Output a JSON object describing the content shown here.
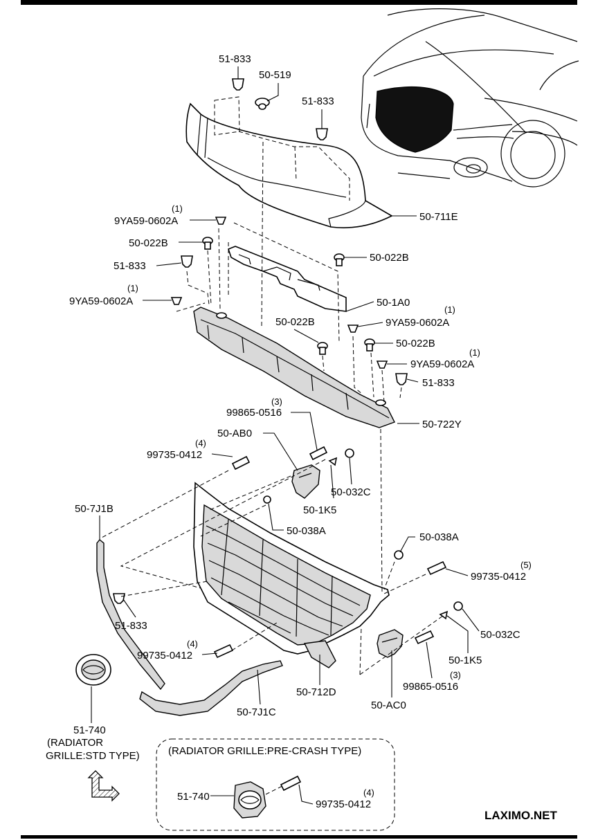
{
  "brand": "LAXIMO.NET",
  "colors": {
    "line": "#000000",
    "background": "#ffffff",
    "grille": "#111111"
  },
  "callouts": [
    {
      "id": "c1",
      "part": "51-833"
    },
    {
      "id": "c2",
      "part": "50-519"
    },
    {
      "id": "c3",
      "part": "51-833"
    },
    {
      "id": "c4",
      "part": "50-711E"
    },
    {
      "id": "c5",
      "part": "9YA59-0602A",
      "qty": "(1)"
    },
    {
      "id": "c6",
      "part": "50-022B"
    },
    {
      "id": "c7",
      "part": "51-833"
    },
    {
      "id": "c8",
      "part": "50-022B"
    },
    {
      "id": "c9",
      "part": "9YA59-0602A",
      "qty": "(1)"
    },
    {
      "id": "c10",
      "part": "50-1A0"
    },
    {
      "id": "c11",
      "part": "50-022B"
    },
    {
      "id": "c12",
      "part": "9YA59-0602A",
      "qty": "(1)"
    },
    {
      "id": "c13",
      "part": "50-022B"
    },
    {
      "id": "c14",
      "part": "9YA59-0602A",
      "qty": "(1)"
    },
    {
      "id": "c15",
      "part": "51-833"
    },
    {
      "id": "c16",
      "part": "99865-0516",
      "qty": "(3)"
    },
    {
      "id": "c17",
      "part": "50-722Y"
    },
    {
      "id": "c18",
      "part": "50-AB0"
    },
    {
      "id": "c19",
      "part": "99735-0412",
      "qty": "(4)"
    },
    {
      "id": "c20",
      "part": "50-032C"
    },
    {
      "id": "c21",
      "part": "50-1K5"
    },
    {
      "id": "c22",
      "part": "50-7J1B"
    },
    {
      "id": "c23",
      "part": "50-038A"
    },
    {
      "id": "c24",
      "part": "50-038A"
    },
    {
      "id": "c25",
      "part": "99735-0412",
      "qty": "(5)"
    },
    {
      "id": "c26",
      "part": "51-833"
    },
    {
      "id": "c27",
      "part": "50-032C"
    },
    {
      "id": "c28",
      "part": "99735-0412",
      "qty": "(4)"
    },
    {
      "id": "c29",
      "part": "50-1K5"
    },
    {
      "id": "c30",
      "part": "99865-0516",
      "qty": "(3)"
    },
    {
      "id": "c31",
      "part": "50-712D"
    },
    {
      "id": "c32",
      "part": "50-AC0"
    },
    {
      "id": "c33",
      "part": "50-7J1C"
    },
    {
      "id": "c34",
      "part": "51-740"
    }
  ],
  "std_note_1": "(RADIATOR",
  "std_note_2": "GRILLE:STD TYPE)",
  "precrash": {
    "title": "(RADIATOR GRILLE:PRE-CRASH TYPE)",
    "emblem_part": "51-740",
    "bolt_part": "99735-0412",
    "bolt_qty": "(4)"
  }
}
